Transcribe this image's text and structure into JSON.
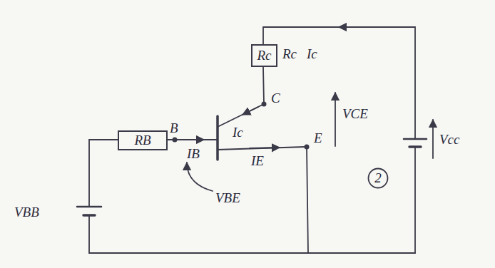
{
  "diagram": {
    "nodes": [
      {
        "text": [
          "RB"
        ]
      },
      {
        "text": [
          "Rc"
        ]
      },
      {
        "text": [
          "2"
        ]
      }
    ],
    "labels": [
      "Rc",
      "Ic",
      "B",
      "IB",
      "VBE",
      "C",
      "Ic",
      "E",
      "IE",
      "VCE",
      "Vcc",
      "VBB"
    ]
  }
}
